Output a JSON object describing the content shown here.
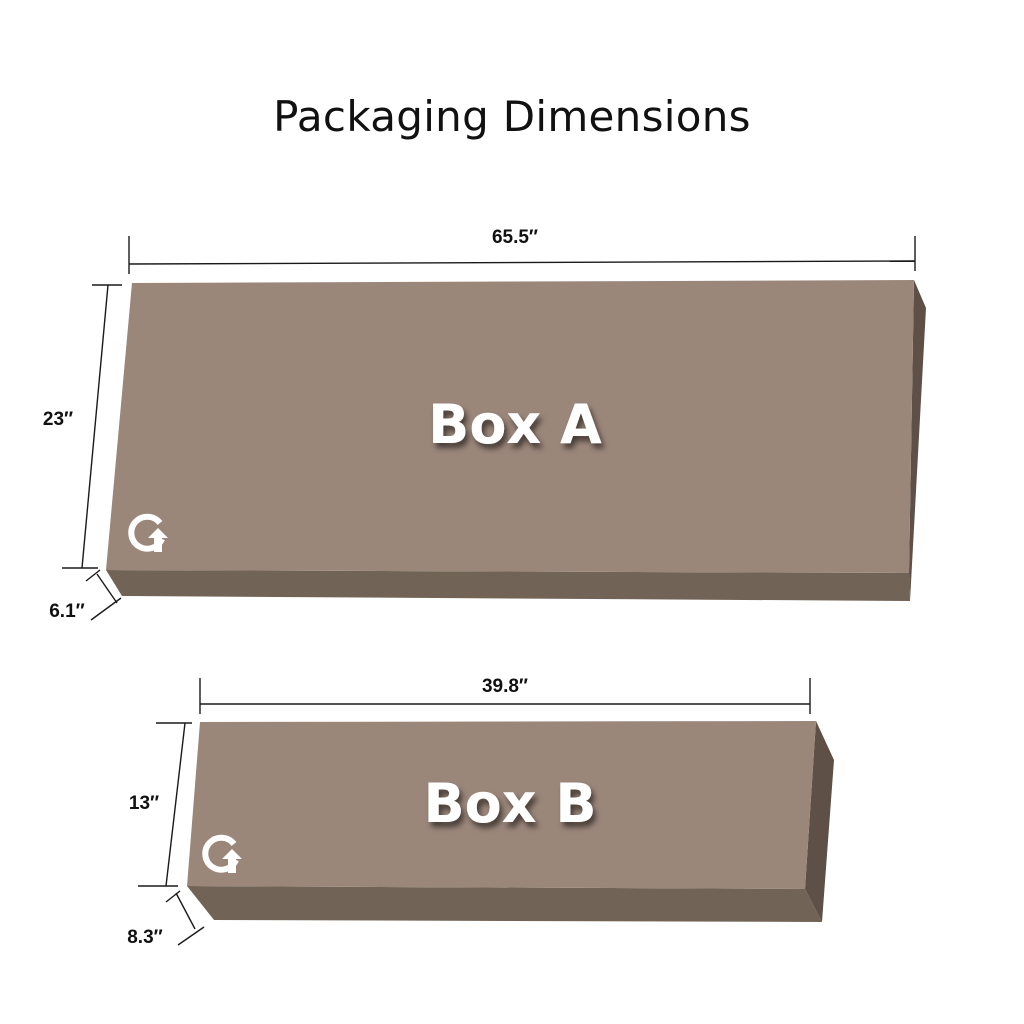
{
  "title": "Packaging Dimensions",
  "colors": {
    "box_front": "#9b867a",
    "box_bottom": "#716456",
    "box_side": "#5e5046",
    "dimension_line": "#1a1a1a",
    "label_text": "#ffffff",
    "background": "#ffffff"
  },
  "boxes": [
    {
      "label": "Box A",
      "length": "65.5″",
      "height": "23″",
      "depth": "6.1″",
      "logo_icon": "g-logo-icon"
    },
    {
      "label": "Box B",
      "length": "39.8″",
      "height": "13″",
      "depth": "8.3″",
      "logo_icon": "g-logo-icon"
    }
  ]
}
